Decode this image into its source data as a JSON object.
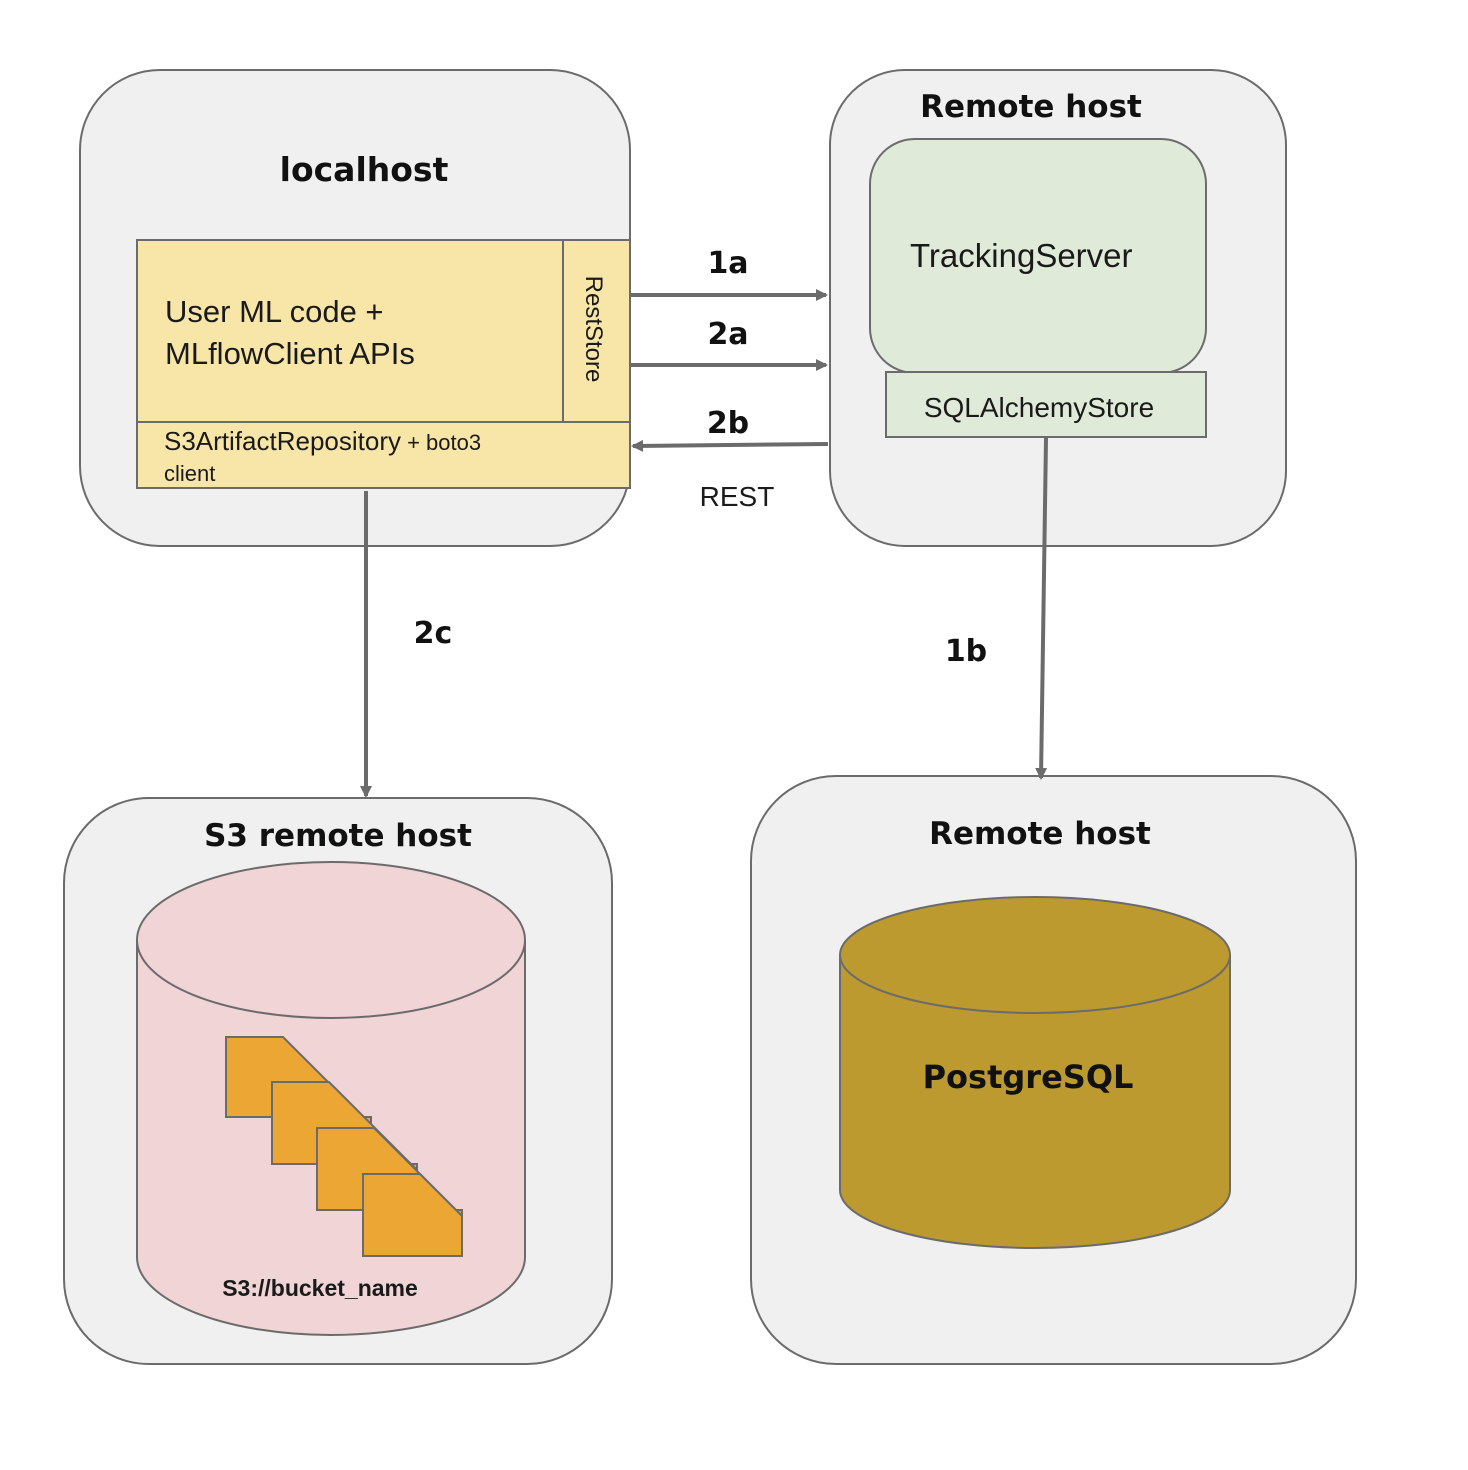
{
  "hosts": {
    "localhost": {
      "title": "localhost"
    },
    "remote_tracking": {
      "title": "Remote host"
    },
    "s3_remote": {
      "title": "S3 remote host"
    },
    "remote_db": {
      "title": "Remote host"
    }
  },
  "components": {
    "user_code": {
      "line1": "User ML code +",
      "line2": "MLflowClient APIs"
    },
    "rest_store": {
      "label": "RestStore"
    },
    "s3_artifact_repo": {
      "main": "S3ArtifactRepository",
      "suffix": " + boto3",
      "line2": "client"
    },
    "tracking_server": {
      "label": "TrackingServer"
    },
    "sqlalchemy_store": {
      "label": "SQLAlchemyStore"
    },
    "s3_bucket": {
      "label": "S3://bucket_name"
    },
    "postgres": {
      "label": "PostgreSQL"
    }
  },
  "arrows": {
    "a1a": {
      "label": "1a"
    },
    "a2a": {
      "label": "2a"
    },
    "a2b": {
      "label": "2b"
    },
    "rest": {
      "label": "REST"
    },
    "a2c": {
      "label": "2c"
    },
    "a1b": {
      "label": "1b"
    }
  },
  "colors": {
    "host_fill": "#f0f0f0",
    "host_stroke": "#6b6b6b",
    "code_fill": "#f8e6a8",
    "server_fill": "#e0ead8",
    "s3_fill": "#f0d4d6",
    "file_fill": "#eba633",
    "db_fill": "#bd9a30",
    "arrow": "#6b6b6b"
  }
}
